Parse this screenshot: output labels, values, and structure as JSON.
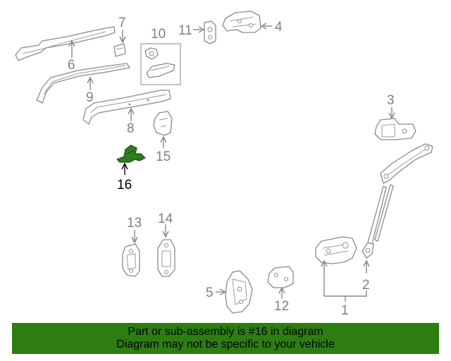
{
  "diagram": {
    "callouts": [
      "1",
      "2",
      "3",
      "4",
      "5",
      "6",
      "7",
      "8",
      "9",
      "10",
      "11",
      "12",
      "13",
      "14",
      "15",
      "16"
    ],
    "highlighted": "16"
  },
  "colors": {
    "highlight_fill": "#2e7d1a",
    "banner_bg": "#2d7d10",
    "line_art": "#888888"
  },
  "banner": {
    "line1": "Part or sub-assembly is #16 in diagram",
    "line2": "Diagram may not be specific to your vehicle"
  }
}
